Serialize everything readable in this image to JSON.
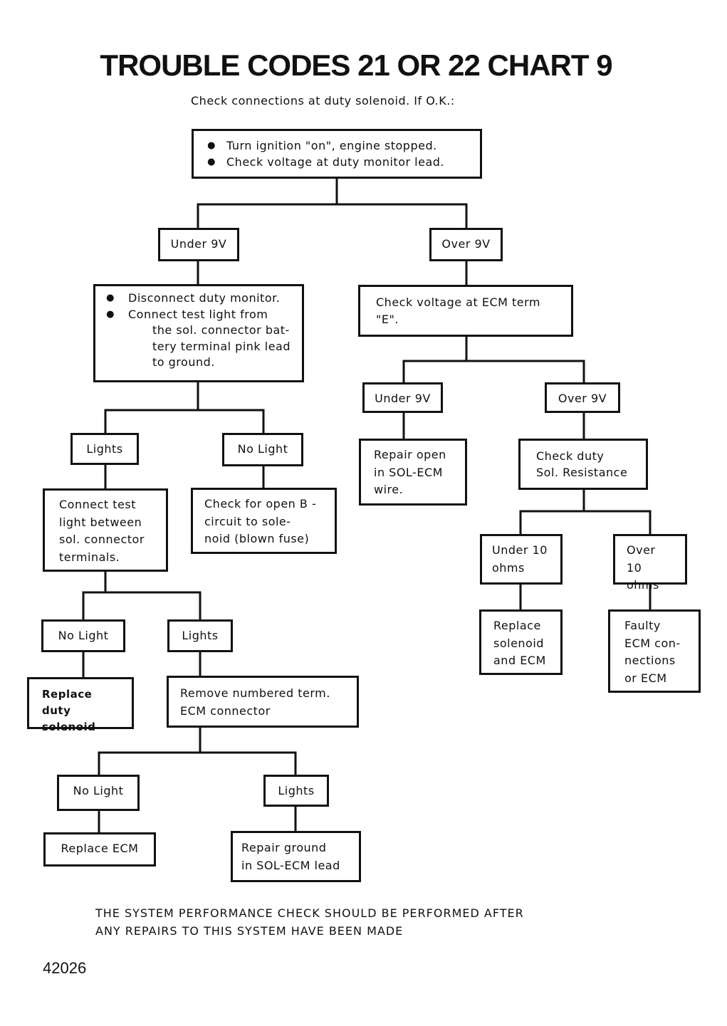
{
  "title": "TROUBLE CODES 21 OR 22   CHART 9",
  "intro": "Check connections at duty solenoid. If O.K.:",
  "nodes": {
    "start": {
      "bullet1": "Turn ignition \"on\", engine stopped.",
      "bullet2": "Check voltage at duty monitor lead."
    },
    "under9v_a": "Under 9V",
    "over9v_a": "Over 9V",
    "disconnect": {
      "bullet1": "Disconnect duty monitor.",
      "bullet2": "Connect test light from",
      "cont1": "the sol. connector bat-",
      "cont2": "tery terminal pink lead",
      "cont3": "to ground."
    },
    "check_ecm": {
      "line1": "Check voltage at ECM term",
      "line2": "\"E\"."
    },
    "lights_a": "Lights",
    "nolight_a": "No Light",
    "under9v_b": "Under 9V",
    "over9v_b": "Over 9V",
    "connect_test": {
      "line1": "Connect test",
      "line2": "light between",
      "line3": "sol. connector",
      "line4": "terminals."
    },
    "check_open": {
      "line1": "Check for open B -",
      "line2": "circuit to sole-",
      "line3": "noid (blown fuse)"
    },
    "repair_open": {
      "line1": "Repair open",
      "line2": "in SOL-ECM",
      "line3": "wire."
    },
    "check_duty": {
      "line1": "Check duty",
      "line2": "Sol. Resistance"
    },
    "under10": {
      "line1": "Under 10",
      "line2": "ohms"
    },
    "over10": {
      "line1": "Over 10",
      "line2": "ohms"
    },
    "replace_sol_ecm": {
      "line1": "Replace",
      "line2": "solenoid",
      "line3": "and ECM"
    },
    "faulty_ecm": {
      "line1": "Faulty",
      "line2": "ECM con-",
      "line3": "nections",
      "line4": "or ECM"
    },
    "nolight_b": "No Light",
    "lights_b": "Lights",
    "replace_duty": {
      "line1": "Replace duty",
      "line2": "solenoid"
    },
    "remove_term": {
      "line1": "Remove numbered term.",
      "line2": "ECM connector"
    },
    "nolight_c": "No Light",
    "lights_c": "Lights",
    "replace_ecm": "Replace ECM",
    "repair_ground": {
      "line1": "Repair ground",
      "line2": "in SOL-ECM lead"
    }
  },
  "footer": {
    "line1": "THE SYSTEM PERFORMANCE CHECK SHOULD BE PERFORMED AFTER",
    "line2": "ANY REPAIRS TO THIS SYSTEM HAVE BEEN MADE"
  },
  "figure_number": "42026"
}
